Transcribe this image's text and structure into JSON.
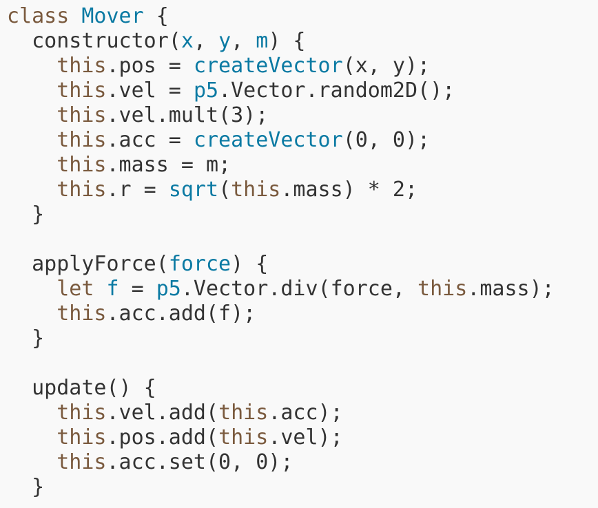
{
  "colors": {
    "background": "#f9f9f9",
    "plain": "#333333",
    "keyword": "#7a5a3e",
    "this_keyword": "#7a5a3e",
    "function": "#0b7aa3",
    "param": "#0b7aa3",
    "class_name": "#0b7aa3"
  },
  "editor": {
    "lines": [
      [
        {
          "t": "class",
          "k": "keyword"
        },
        {
          "t": " ",
          "k": "plain"
        },
        {
          "t": "Mover",
          "k": "class_name"
        },
        {
          "t": " {",
          "k": "plain"
        }
      ],
      [
        {
          "t": "  constructor(",
          "k": "plain"
        },
        {
          "t": "x",
          "k": "param"
        },
        {
          "t": ", ",
          "k": "plain"
        },
        {
          "t": "y",
          "k": "param"
        },
        {
          "t": ", ",
          "k": "plain"
        },
        {
          "t": "m",
          "k": "param"
        },
        {
          "t": ") {",
          "k": "plain"
        }
      ],
      [
        {
          "t": "    ",
          "k": "plain"
        },
        {
          "t": "this",
          "k": "this_keyword"
        },
        {
          "t": ".pos = ",
          "k": "plain"
        },
        {
          "t": "createVector",
          "k": "function"
        },
        {
          "t": "(x, y);",
          "k": "plain"
        }
      ],
      [
        {
          "t": "    ",
          "k": "plain"
        },
        {
          "t": "this",
          "k": "this_keyword"
        },
        {
          "t": ".vel = ",
          "k": "plain"
        },
        {
          "t": "p5",
          "k": "function"
        },
        {
          "t": ".Vector.random2D();",
          "k": "plain"
        }
      ],
      [
        {
          "t": "    ",
          "k": "plain"
        },
        {
          "t": "this",
          "k": "this_keyword"
        },
        {
          "t": ".vel.mult(3);",
          "k": "plain"
        }
      ],
      [
        {
          "t": "    ",
          "k": "plain"
        },
        {
          "t": "this",
          "k": "this_keyword"
        },
        {
          "t": ".acc = ",
          "k": "plain"
        },
        {
          "t": "createVector",
          "k": "function"
        },
        {
          "t": "(0, 0);",
          "k": "plain"
        }
      ],
      [
        {
          "t": "    ",
          "k": "plain"
        },
        {
          "t": "this",
          "k": "this_keyword"
        },
        {
          "t": ".mass = m;",
          "k": "plain"
        }
      ],
      [
        {
          "t": "    ",
          "k": "plain"
        },
        {
          "t": "this",
          "k": "this_keyword"
        },
        {
          "t": ".r = ",
          "k": "plain"
        },
        {
          "t": "sqrt",
          "k": "function"
        },
        {
          "t": "(",
          "k": "plain"
        },
        {
          "t": "this",
          "k": "this_keyword"
        },
        {
          "t": ".mass) * 2;",
          "k": "plain"
        }
      ],
      [
        {
          "t": "  }",
          "k": "plain"
        }
      ],
      [
        {
          "t": "",
          "k": "plain"
        }
      ],
      [
        {
          "t": "  applyForce(",
          "k": "plain"
        },
        {
          "t": "force",
          "k": "param"
        },
        {
          "t": ") {",
          "k": "plain"
        }
      ],
      [
        {
          "t": "    ",
          "k": "plain"
        },
        {
          "t": "let",
          "k": "keyword"
        },
        {
          "t": " ",
          "k": "plain"
        },
        {
          "t": "f",
          "k": "param"
        },
        {
          "t": " = ",
          "k": "plain"
        },
        {
          "t": "p5",
          "k": "function"
        },
        {
          "t": ".Vector.div(force, ",
          "k": "plain"
        },
        {
          "t": "this",
          "k": "this_keyword"
        },
        {
          "t": ".mass);",
          "k": "plain"
        }
      ],
      [
        {
          "t": "    ",
          "k": "plain"
        },
        {
          "t": "this",
          "k": "this_keyword"
        },
        {
          "t": ".acc.add(f);",
          "k": "plain"
        }
      ],
      [
        {
          "t": "  }",
          "k": "plain"
        }
      ],
      [
        {
          "t": "",
          "k": "plain"
        }
      ],
      [
        {
          "t": "  update() {",
          "k": "plain"
        }
      ],
      [
        {
          "t": "    ",
          "k": "plain"
        },
        {
          "t": "this",
          "k": "this_keyword"
        },
        {
          "t": ".vel.add(",
          "k": "plain"
        },
        {
          "t": "this",
          "k": "this_keyword"
        },
        {
          "t": ".acc);",
          "k": "plain"
        }
      ],
      [
        {
          "t": "    ",
          "k": "plain"
        },
        {
          "t": "this",
          "k": "this_keyword"
        },
        {
          "t": ".pos.add(",
          "k": "plain"
        },
        {
          "t": "this",
          "k": "this_keyword"
        },
        {
          "t": ".vel);",
          "k": "plain"
        }
      ],
      [
        {
          "t": "    ",
          "k": "plain"
        },
        {
          "t": "this",
          "k": "this_keyword"
        },
        {
          "t": ".acc.set(0, 0);",
          "k": "plain"
        }
      ],
      [
        {
          "t": "  }",
          "k": "plain"
        }
      ]
    ]
  }
}
